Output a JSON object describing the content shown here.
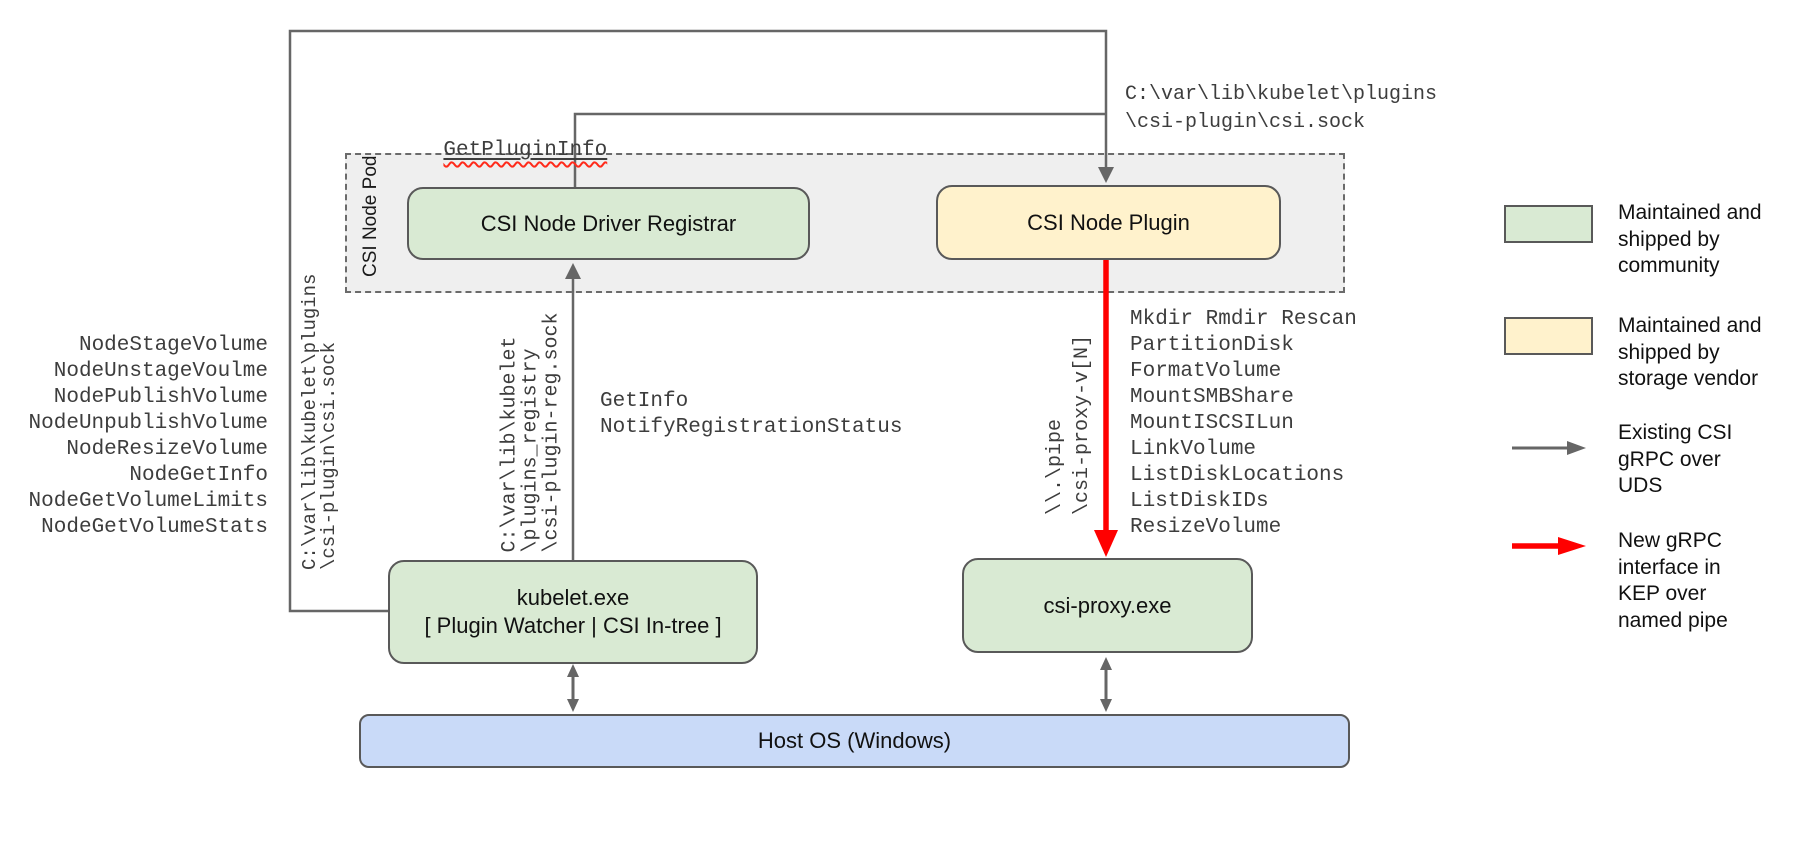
{
  "nodes": {
    "pod": {
      "label": "CSI Node Pod"
    },
    "registrar": {
      "label": "CSI Node Driver Registrar"
    },
    "plugin": {
      "label": "CSI Node Plugin"
    },
    "kubelet": {
      "line1": "kubelet.exe",
      "line2": "[ Plugin Watcher | CSI In-tree ]"
    },
    "csi_proxy": {
      "label": "csi-proxy.exe"
    },
    "host_os": {
      "label": "Host OS (Windows)"
    }
  },
  "edge_labels": {
    "get_plugin_info": "GetPluginInfo",
    "csi_sock_path_lines": [
      "C:\\var\\lib\\kubelet\\plugins",
      "\\csi-plugin\\csi.sock"
    ],
    "csi_sock_path_vertical_lines": [
      "C:\\var\\lib\\kubelet\\plugins",
      "\\csi-plugin\\csi.sock"
    ],
    "registry_sock_path_lines": [
      "C:\\var\\lib\\kubelet",
      "\\plugins_registry",
      "\\csi-plugin-reg.sock"
    ],
    "registration_calls": [
      "GetInfo",
      "NotifyRegistrationStatus"
    ],
    "named_pipe_lines": [
      "\\\\.\\pipe",
      "\\csi-proxy-v[N]"
    ],
    "kubelet_node_calls": [
      "NodeStageVolume",
      "NodeUnstageVoulme",
      "NodePublishVolume",
      "NodeUnpublishVolume",
      "NodeResizeVolume",
      "NodeGetInfo",
      "NodeGetVolumeLimits",
      "NodeGetVolumeStats"
    ],
    "csi_proxy_calls": [
      "Mkdir Rmdir Rescan",
      "PartitionDisk",
      "FormatVolume",
      "MountSMBShare",
      "MountISCSILun",
      "LinkVolume",
      "ListDiskLocations",
      "ListDiskIDs",
      "ResizeVolume"
    ]
  },
  "legend": {
    "items": [
      {
        "kind": "swatch-green",
        "label": "Maintained and\nshipped by\ncommunity"
      },
      {
        "kind": "swatch-yellow",
        "label": "Maintained and\nshipped by\nstorage vendor"
      },
      {
        "kind": "arrow-gray",
        "label": "Existing CSI\ngRPC over\nUDS"
      },
      {
        "kind": "arrow-red",
        "label": "New gRPC\ninterface in\nKEP over\nnamed pipe"
      }
    ]
  },
  "colors": {
    "community_green": "#d9ead3",
    "vendor_yellow": "#fff2cc",
    "host_blue": "#c9daf8",
    "pod_gray": "#efefef",
    "line_gray": "#666666",
    "new_interface_red": "#ff0000"
  }
}
